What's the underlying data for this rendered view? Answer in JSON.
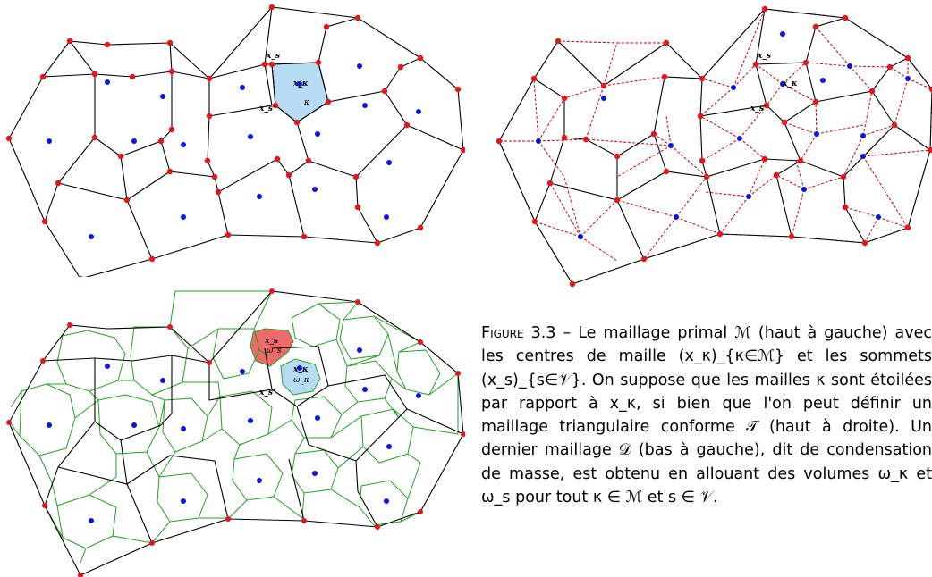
{
  "figure": {
    "label_prefix": "Figure 3.3",
    "caption_body": " – Le maillage primal ℳ (haut à gauche) avec les centres de maille (x_κ)_{κ∈ℳ} et les sommets (x_s)_{s∈𝒱}. On suppose que les mailles κ sont étoilées par rapport à x_κ, si bien que l'on peut définir un maillage triangulaire conforme 𝒯 (haut à droite). Un dernier maillage 𝒟 (bas à gauche), dit de condensation de masse, est obtenu en allouant des volumes ω_κ et ω_s pour tout κ ∈ ℳ et s ∈ 𝒱."
  },
  "panels": {
    "top_left": {
      "labels": {
        "xs": "x_s",
        "xk": "x_κ",
        "k": "κ",
        "xs2": "x_s'"
      }
    },
    "top_right": {
      "labels": {
        "xs": "x_s",
        "xk": "x_κ",
        "xs2": "x_s'"
      }
    },
    "bottom_left": {
      "labels": {
        "xs": "x_s",
        "ws": "ω_s",
        "xk": "x_κ",
        "wk": "ω_κ",
        "xs2": "x_s'"
      }
    }
  },
  "colors": {
    "vertex": "#e8141c",
    "center": "#0a14e6",
    "edge": "#000000",
    "dual": "#22a022",
    "triangulation": "#cc0000",
    "cell_highlight": "#b9dcf5",
    "vertex_highlight": "#ee6b6b"
  }
}
